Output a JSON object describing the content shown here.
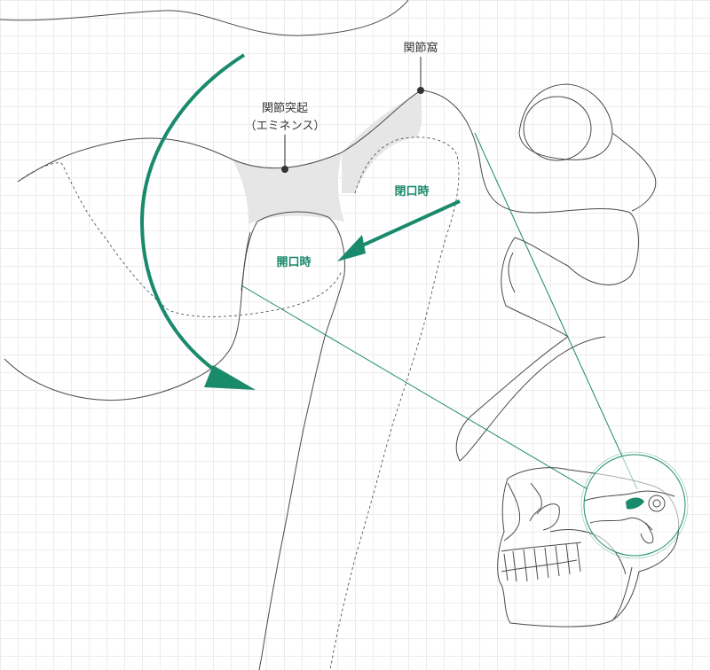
{
  "labels": {
    "fossa": "関節窩",
    "eminence_line1": "関節突起",
    "eminence_line2": "（エミネンス）",
    "closed_mouth": "閉口時",
    "open_mouth": "開口時"
  },
  "colors": {
    "accent": "#1a8a6c",
    "line": "#4a4a4a",
    "shade": "#e6e6e6"
  }
}
